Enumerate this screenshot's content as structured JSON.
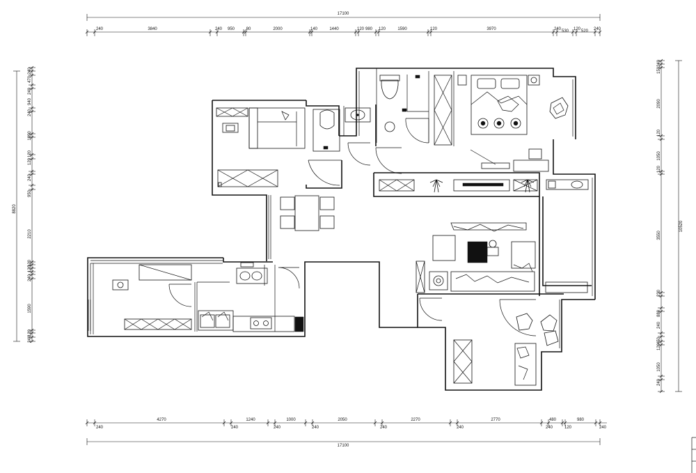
{
  "dimensions": {
    "top_total": "17100",
    "top_segments": [
      "240",
      "3840",
      "240",
      "950",
      "80",
      "2000",
      "140",
      "1440",
      "120",
      "980",
      "120",
      "1590",
      "120",
      "3970",
      "240",
      "530",
      "120",
      "520",
      "240"
    ],
    "bottom_segments": [
      "240",
      "4270",
      "240",
      "1240",
      "240",
      "1000",
      "240",
      "2050",
      "240",
      "2270",
      "240",
      "2770",
      "240",
      "480",
      "120",
      "980",
      "240"
    ],
    "bottom_total": "17100",
    "left_total": "8820",
    "left_segments": [
      "240",
      "470",
      "240",
      "940",
      "240",
      "1890",
      "120",
      "120",
      "240",
      "950",
      "2210",
      "120",
      "120",
      "240",
      "1590",
      "120",
      "240"
    ],
    "right_total": "10520",
    "right_segments": [
      "240",
      "150",
      "2090",
      "120",
      "1050",
      "120",
      "3550",
      "230",
      "880",
      "240",
      "450",
      "120",
      "1050",
      "240"
    ]
  },
  "colors": {
    "line": "#111111",
    "background": "#ffffff"
  }
}
